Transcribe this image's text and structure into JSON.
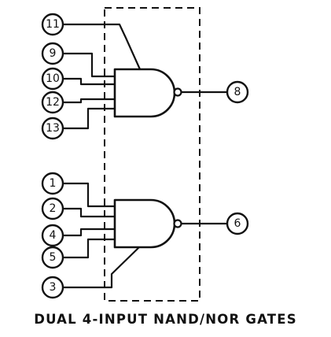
{
  "caption": "DUAL 4-INPUT NAND/NOR GATES",
  "gates": [
    {
      "inputs": [
        "11",
        "9",
        "10",
        "12",
        "13"
      ],
      "output": "8"
    },
    {
      "inputs": [
        "1",
        "2",
        "4",
        "5",
        "3"
      ],
      "output": "6"
    }
  ],
  "colors": {
    "line": "#111111",
    "background": "#ffffff"
  }
}
